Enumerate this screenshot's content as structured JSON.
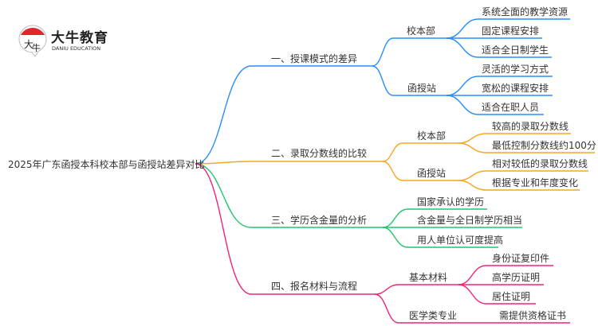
{
  "logo": {
    "name_cn": "大牛教育",
    "name_en": "DANIU EDUCATION",
    "mark": "大牛"
  },
  "root": "2025年广东函授本科校本部与函授站差异对比",
  "colors": {
    "b1": "#2c8ef8",
    "b2": "#f5a623",
    "b3": "#27c46f",
    "b4": "#f0237a"
  },
  "branches": [
    {
      "label": "一、授课模式的差异",
      "children": [
        {
          "label": "校本部",
          "children": [
            "系统全面的教学资源",
            "固定课程安排",
            "适合全日制学生"
          ]
        },
        {
          "label": "函授站",
          "children": [
            "灵活的学习方式",
            "宽松的课程安排",
            "适合在职人员"
          ]
        }
      ]
    },
    {
      "label": "二、录取分数线的比较",
      "children": [
        {
          "label": "校本部",
          "children": [
            "较高的录取分数线",
            "最低控制分数线约100分"
          ]
        },
        {
          "label": "函授站",
          "children": [
            "相对较低的录取分数线",
            "根据专业和年度变化"
          ]
        }
      ]
    },
    {
      "label": "三、学历含金量的分析",
      "children": [
        "国家承认的学历",
        "含金量与全日制学历相当",
        "用人单位认可度提高"
      ]
    },
    {
      "label": "四、报名材料与流程",
      "children": [
        {
          "label": "基本材料",
          "children": [
            "身份证复印件",
            "高学历证明",
            "居住证明"
          ]
        },
        {
          "label": "医学类专业",
          "children": [
            "需提供资格证书"
          ]
        }
      ]
    }
  ]
}
